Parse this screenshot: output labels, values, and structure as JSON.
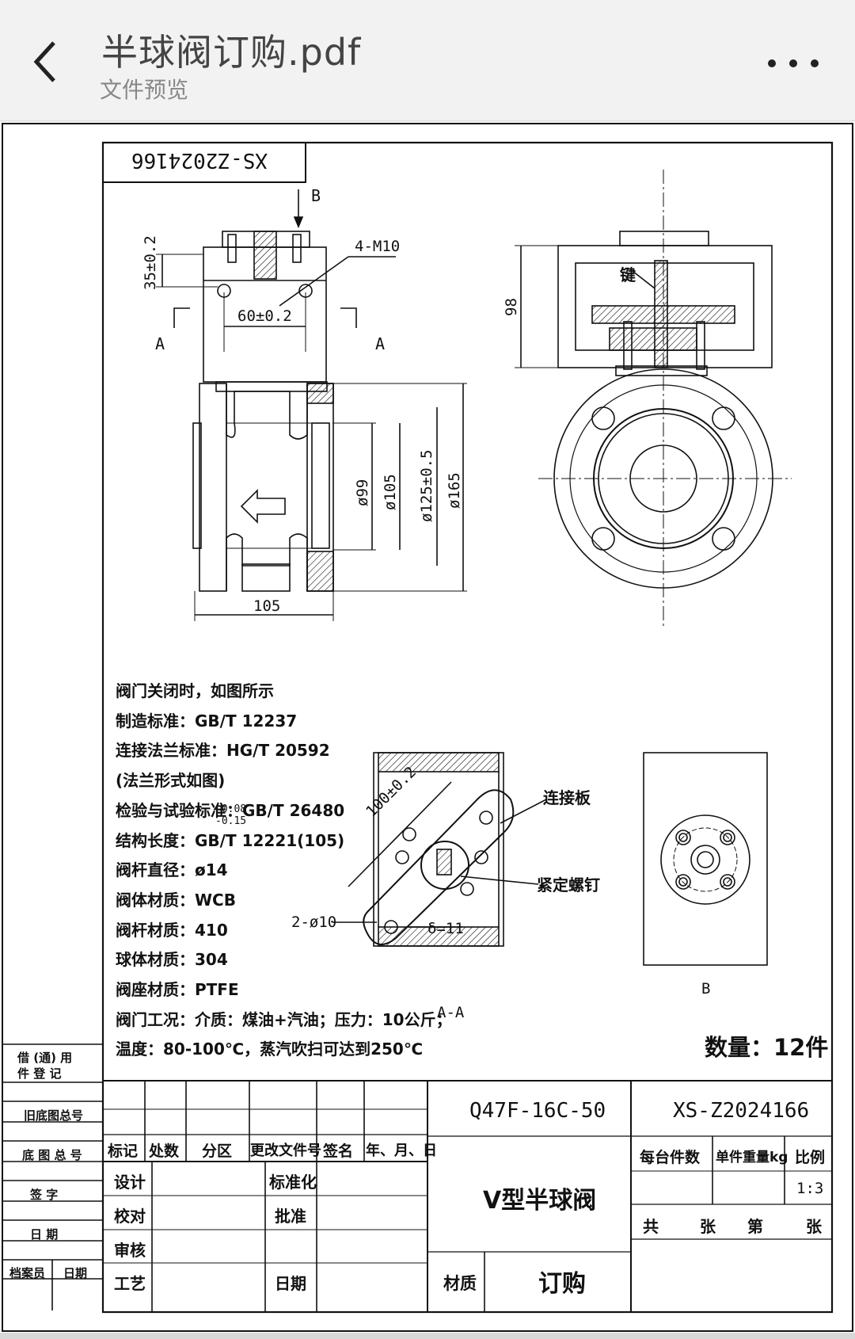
{
  "header": {
    "title": "半球阀订购.pdf",
    "subtitle": "文件预览",
    "back_icon": "chevron-left-icon",
    "more_icon": "more-horizontal-icon"
  },
  "drawing": {
    "code_stamp": "XS-Z2024166",
    "labels": {
      "b_top": "B",
      "a_left": "A",
      "a_right": "A",
      "dim_35": "35±0.2",
      "dim_4m10": "4-M10",
      "dim_60": "60±0.2",
      "dim_98": "98",
      "key": "键",
      "d99": "ø99",
      "d105": "ø105",
      "d125": "ø125±0.5",
      "d165": "ø165",
      "len105": "105",
      "dim_100": "100±0.2",
      "conn_plate": "连接板",
      "set_screw": "紧定螺钉",
      "holes": "2-ø10",
      "delta": "δ=11",
      "aa": "A-A",
      "b_view": "B"
    },
    "notes": [
      "阀门关闭时，如图所示",
      "制造标准：GB/T 12237",
      "连接法兰标准：HG/T 20592",
      "(法兰形式如图)",
      "检验与试验标准：GB/T 26480",
      "结构长度：GB/T 12221(105)",
      "阀杆直径：ø14",
      "阀体材质：WCB",
      "阀杆材质：410",
      "球体材质：304",
      "阀座材质：PTFE",
      "阀门工况：介质：煤油+汽油；压力：10公斤；",
      "温度：80-100℃，蒸汽吹扫可达到250℃"
    ],
    "stem_tol_upper": "-0.08",
    "stem_tol_lower": "-0.15",
    "quantity": "数量：12件"
  },
  "title_block": {
    "left_column": [
      "借 (通) 用",
      "件 登 记",
      "旧底图总号",
      "底 图 总 号",
      "签  字",
      "日  期",
      "档案员",
      "日期"
    ],
    "rev_headers": [
      "标记",
      "处数",
      "分区",
      "更改文件号",
      "签名",
      "年、月、日"
    ],
    "sign_rows": [
      "设计",
      "校对",
      "审核",
      "工艺"
    ],
    "std_label": "标准化",
    "approve_label": "批准",
    "date_label": "日期",
    "model": "Q47F-16C-50",
    "drawing_no": "XS-Z2024166",
    "name": "V型半球阀",
    "material_label": "材质",
    "material_value": "订购",
    "col_heads": [
      "每台件数",
      "单件重量kg",
      "比例"
    ],
    "scale": "1:3",
    "sheets": [
      "共",
      "张",
      "第",
      "张"
    ]
  }
}
